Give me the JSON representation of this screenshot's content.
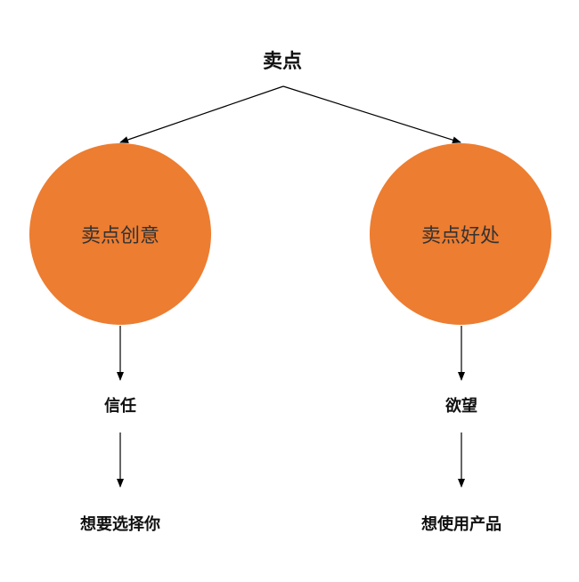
{
  "diagram": {
    "root": "卖点",
    "left": {
      "circle_label": "卖点创意",
      "step1": "信任",
      "step2": "想要选择你"
    },
    "right": {
      "circle_label": "卖点好处",
      "step1": "欲望",
      "step2": "想使用产品"
    },
    "circle_color": "#ED7D31",
    "line_color": "#000000"
  }
}
